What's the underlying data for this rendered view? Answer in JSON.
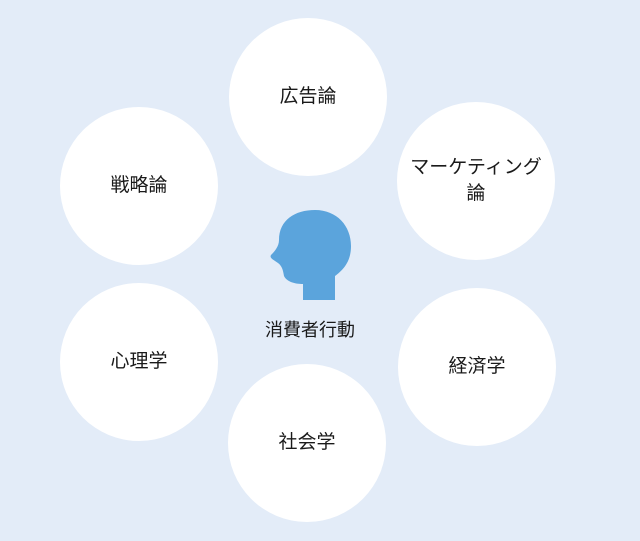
{
  "center": {
    "label": "消費者行動",
    "icon": "person-head-icon",
    "icon_color": "#5ba4dc"
  },
  "fields": [
    {
      "id": "advertising",
      "label": "広告論"
    },
    {
      "id": "marketing",
      "label": "マーケティング\n論"
    },
    {
      "id": "economics",
      "label": "経済学"
    },
    {
      "id": "sociology",
      "label": "社会学"
    },
    {
      "id": "psychology",
      "label": "心理学"
    },
    {
      "id": "strategy",
      "label": "戦略論"
    }
  ],
  "colors": {
    "background": "#e3ecf8",
    "bubble": "#ffffff"
  }
}
